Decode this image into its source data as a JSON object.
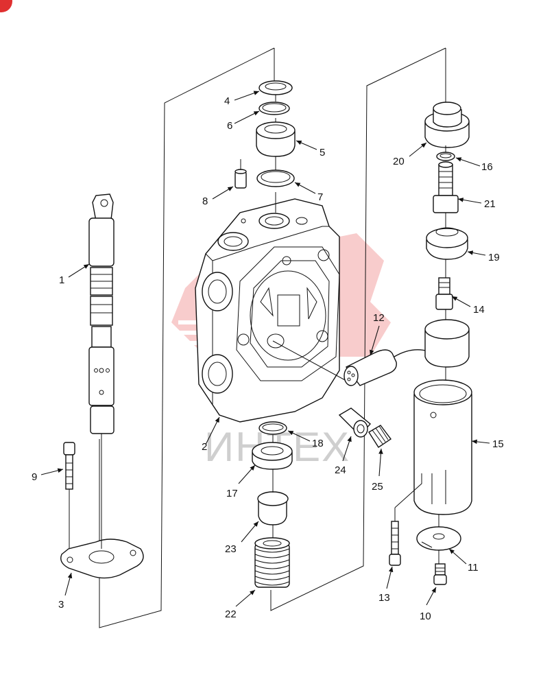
{
  "watermark": {
    "text": "ИНТЕХ",
    "color": "#f0a0a0"
  },
  "corner_badge": {
    "color": "#e03030"
  },
  "part_labels": {
    "p1": "1",
    "p2": "2",
    "p3": "3",
    "p4": "4",
    "p5": "5",
    "p6": "6",
    "p7": "7",
    "p8": "8",
    "p9": "9",
    "p10": "10",
    "p11": "11",
    "p12": "12",
    "p13": "13",
    "p14": "14",
    "p15": "15",
    "p16": "16",
    "p17": "17",
    "p18": "18",
    "p19": "19",
    "p20": "20",
    "p21": "21",
    "p22": "22",
    "p23": "23",
    "p24": "24",
    "p25": "25"
  }
}
